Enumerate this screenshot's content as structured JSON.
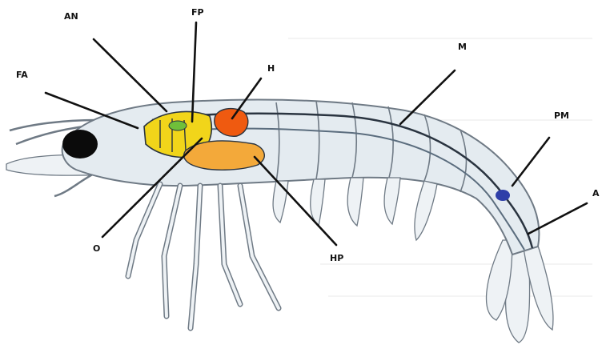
{
  "figure": {
    "labels": {
      "an": "AN",
      "fp": "FP",
      "fa": "FA",
      "h": "H",
      "m": "M",
      "pm": "PM",
      "a": "A",
      "o": "O",
      "hp": "HP"
    },
    "colors": {
      "background": "#ffffff",
      "body": "#e4ebf0",
      "outline": "#6f7a85",
      "eye": "#0b0b0b",
      "brain": "#f1d51a",
      "green_gland": "#6fbf3a",
      "heart": "#ef5a10",
      "hepatopancreas": "#f3a93a",
      "pm_spot": "#2f3fa8",
      "leader": "#111111"
    }
  }
}
